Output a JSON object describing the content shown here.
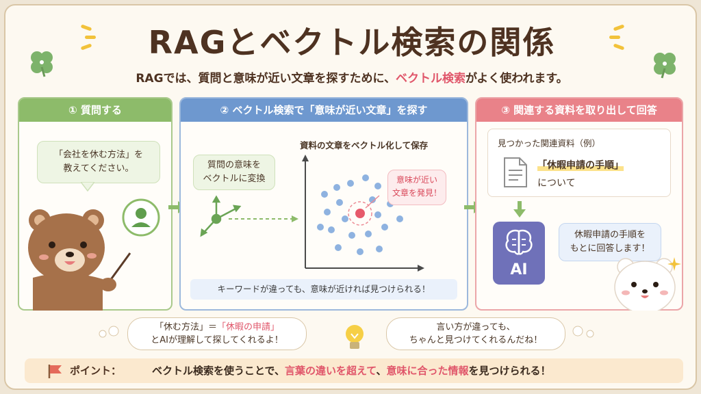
{
  "title": "RAGとベクトル検索の関係",
  "subtitle": {
    "before": "RAGでは、質問と意味が近い文章を探すために、",
    "highlight": "ベクトル検索",
    "after": "がよく使われます。"
  },
  "step1": {
    "header": "① 質問する",
    "question_line1": "「会社を休む方法」を",
    "question_line2": "教えてください。"
  },
  "step2": {
    "header": "② ベクトル検索で「意味が近い文章」を探す",
    "convert_line1": "質問の意味を",
    "convert_line2": "ベクトルに変換",
    "plot_title": "資料の文章をベクトル化して保存",
    "found_line1": "意味が近い",
    "found_line2": "文章を発見！",
    "notice": "キーワードが違っても、意味が近ければ見つけられる！"
  },
  "step3": {
    "header": "③ 関連する資料を取り出して回答",
    "found_title": "見つかった関連資料（例）",
    "doc_name": "「休暇申請の手順」",
    "doc_about": "について",
    "ai_label": "AI",
    "answer_line1": "休暇申請の手順を",
    "answer_line2": "もとに回答します！"
  },
  "thought_left": {
    "q1": "「休む方法」",
    "eq": "＝",
    "q2": "「休暇の申請」",
    "line2": "とAIが理解して探してくれるよ！"
  },
  "thought_right": {
    "line1": "言い方が違っても、",
    "line2": "ちゃんと見つけてくれるんだね！"
  },
  "point": {
    "label": "ポイント：",
    "before": "ベクトル検索を使うことで、",
    "hl1": "言葉の違いを超えて",
    "middle": "、",
    "hl2": "意味に合った情報",
    "after": "を見つけられる！"
  },
  "colors": {
    "green": "#8dbb6a",
    "blue": "#6e98cf",
    "pink": "#e98289",
    "accent": "#e0566a",
    "ai": "#6f71b9"
  }
}
